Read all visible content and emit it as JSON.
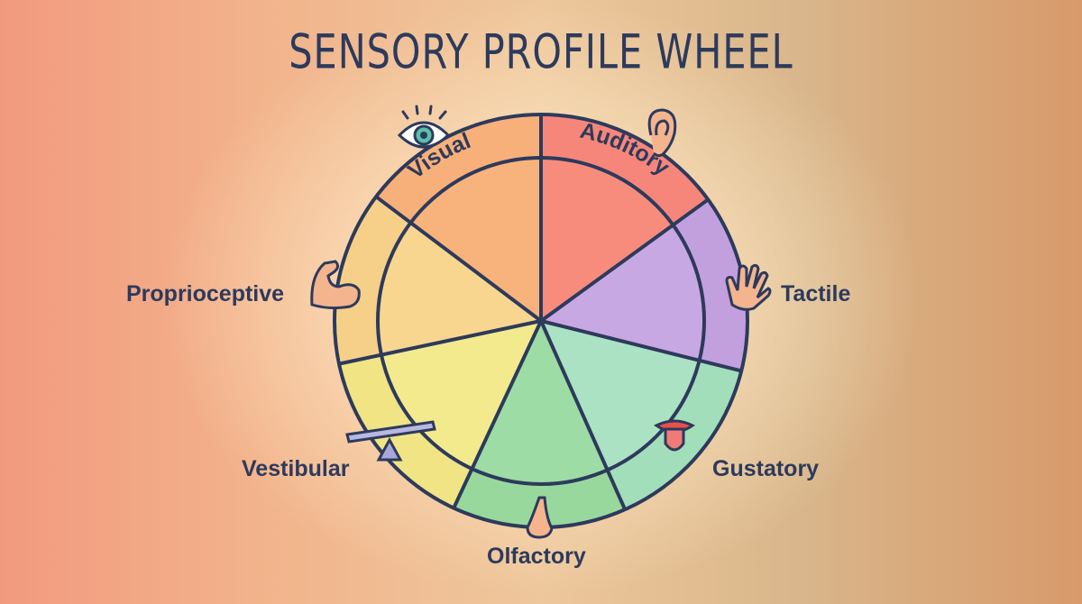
{
  "title": "SENSORY PROFILE WHEEL",
  "segments": [
    {
      "label": "Visual",
      "icon": "eye-icon",
      "color": "#f8b37c",
      "ring_color": "#f8b07a"
    },
    {
      "label": "Auditory",
      "icon": "ear-icon",
      "color": "#f88c7c",
      "ring_color": "#f6867a"
    },
    {
      "label": "Tactile",
      "icon": "hand-icon",
      "color": "#c8a8e2",
      "ring_color": "#c2a0de"
    },
    {
      "label": "Gustatory",
      "icon": "tongue-icon",
      "color": "#ace2c4",
      "ring_color": "#a2deba"
    },
    {
      "label": "Olfactory",
      "icon": "nose-icon",
      "color": "#9ddca4",
      "ring_color": "#98d89c"
    },
    {
      "label": "Vestibular",
      "icon": "balance-icon",
      "color": "#f3ea8e",
      "ring_color": "#f0e484"
    },
    {
      "label": "Proprioceptive",
      "icon": "flexed-arm-icon",
      "color": "#f8d690",
      "ring_color": "#f6d088"
    }
  ],
  "outline_color": "#2d3a5c"
}
